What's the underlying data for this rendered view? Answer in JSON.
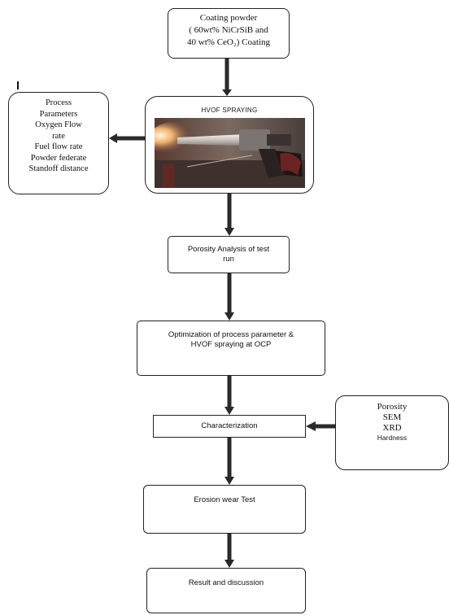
{
  "nodes": {
    "coating": {
      "lines": [
        "Coating powder",
        "( 60wt% NiCrSiB and",
        "40 wt% CeO₂) Coating"
      ]
    },
    "hvof": {
      "title": "HVOF SPRAYING"
    },
    "process": {
      "lines": [
        "Process",
        "Parameters",
        "Oxygen Flow",
        "rate",
        "Fuel flow rate",
        "Powder federate",
        "Standoff distance"
      ]
    },
    "porosity_analysis": {
      "lines": [
        "Porosity Analysis of test",
        "run"
      ]
    },
    "optimization": {
      "lines": [
        "Optimization of process parameter &",
        "HVOF spraying at OCP"
      ]
    },
    "characterization": {
      "label": "Characterization"
    },
    "char_methods": {
      "lines": [
        "Porosity",
        "SEM",
        "XRD",
        "Hardness"
      ]
    },
    "erosion": {
      "label": "Erosion wear Test"
    },
    "result": {
      "label": "Result and discussion"
    }
  },
  "colors": {
    "line": "#222222",
    "arrow": "#2a2a2a"
  }
}
